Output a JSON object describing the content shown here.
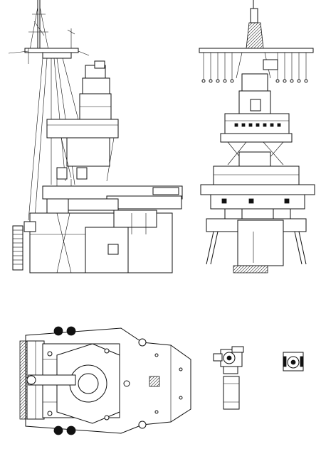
{
  "drawing": {
    "background": "#ffffff",
    "ink": "#111111",
    "views": [
      {
        "id": "side-elevation",
        "label": ""
      },
      {
        "id": "front-elevation",
        "label": ""
      },
      {
        "id": "plan-view",
        "label": ""
      },
      {
        "id": "director-side",
        "label": ""
      },
      {
        "id": "director-front",
        "label": ""
      }
    ]
  }
}
